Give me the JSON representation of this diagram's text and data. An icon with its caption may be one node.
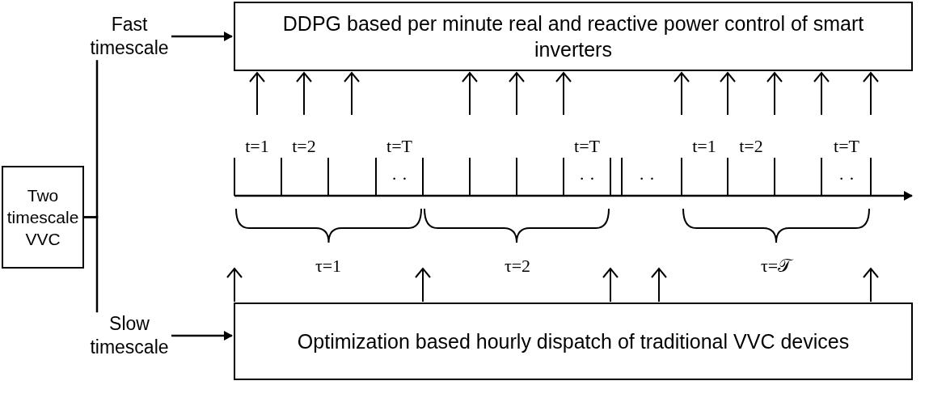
{
  "diagram": {
    "nodes": [
      {
        "text": [
          "Two timescale VVC"
        ]
      },
      {
        "text": [
          "DDPG based per minute real and reactive power control of smart inverters"
        ]
      },
      {
        "text": [
          "Optimization based hourly dispatch of traditional VVC devices"
        ]
      }
    ],
    "edges": [
      {
        "from": 0,
        "to": 1,
        "arrow": "to",
        "label": "Fast timescale"
      },
      {
        "from": 0,
        "to": 2,
        "arrow": "to",
        "label": "Slow timescale"
      },
      {
        "from": null,
        "to": 1,
        "arrow": "to"
      },
      {
        "from": null,
        "to": 1,
        "arrow": "to"
      },
      {
        "from": null,
        "to": 1,
        "arrow": "to"
      },
      {
        "from": null,
        "to": 1,
        "arrow": "to"
      },
      {
        "from": null,
        "to": 1,
        "arrow": "to"
      },
      {
        "from": null,
        "to": 1,
        "arrow": "to"
      },
      {
        "from": null,
        "to": 1,
        "arrow": "to"
      },
      {
        "from": null,
        "to": 1,
        "arrow": "to"
      },
      {
        "from": null,
        "to": 1,
        "arrow": "to"
      },
      {
        "from": null,
        "to": 1,
        "arrow": "to"
      },
      {
        "from": null,
        "to": 1,
        "arrow": "to"
      },
      {
        "from": 2,
        "to": null,
        "arrow": "to"
      },
      {
        "from": 2,
        "to": null,
        "arrow": "to"
      },
      {
        "from": 2,
        "to": null,
        "arrow": "to"
      },
      {
        "from": 2,
        "to": null,
        "arrow": "to"
      },
      {
        "from": 2,
        "to": null,
        "arrow": "to"
      }
    ],
    "labels": [
      "t=1",
      "t=2",
      "t=T",
      "t=T",
      "t=1",
      "t=2",
      "t=T",
      "· ·",
      "· ·",
      "· ·",
      "· ·",
      "τ=1",
      "τ=2",
      "τ=𝒯"
    ]
  }
}
